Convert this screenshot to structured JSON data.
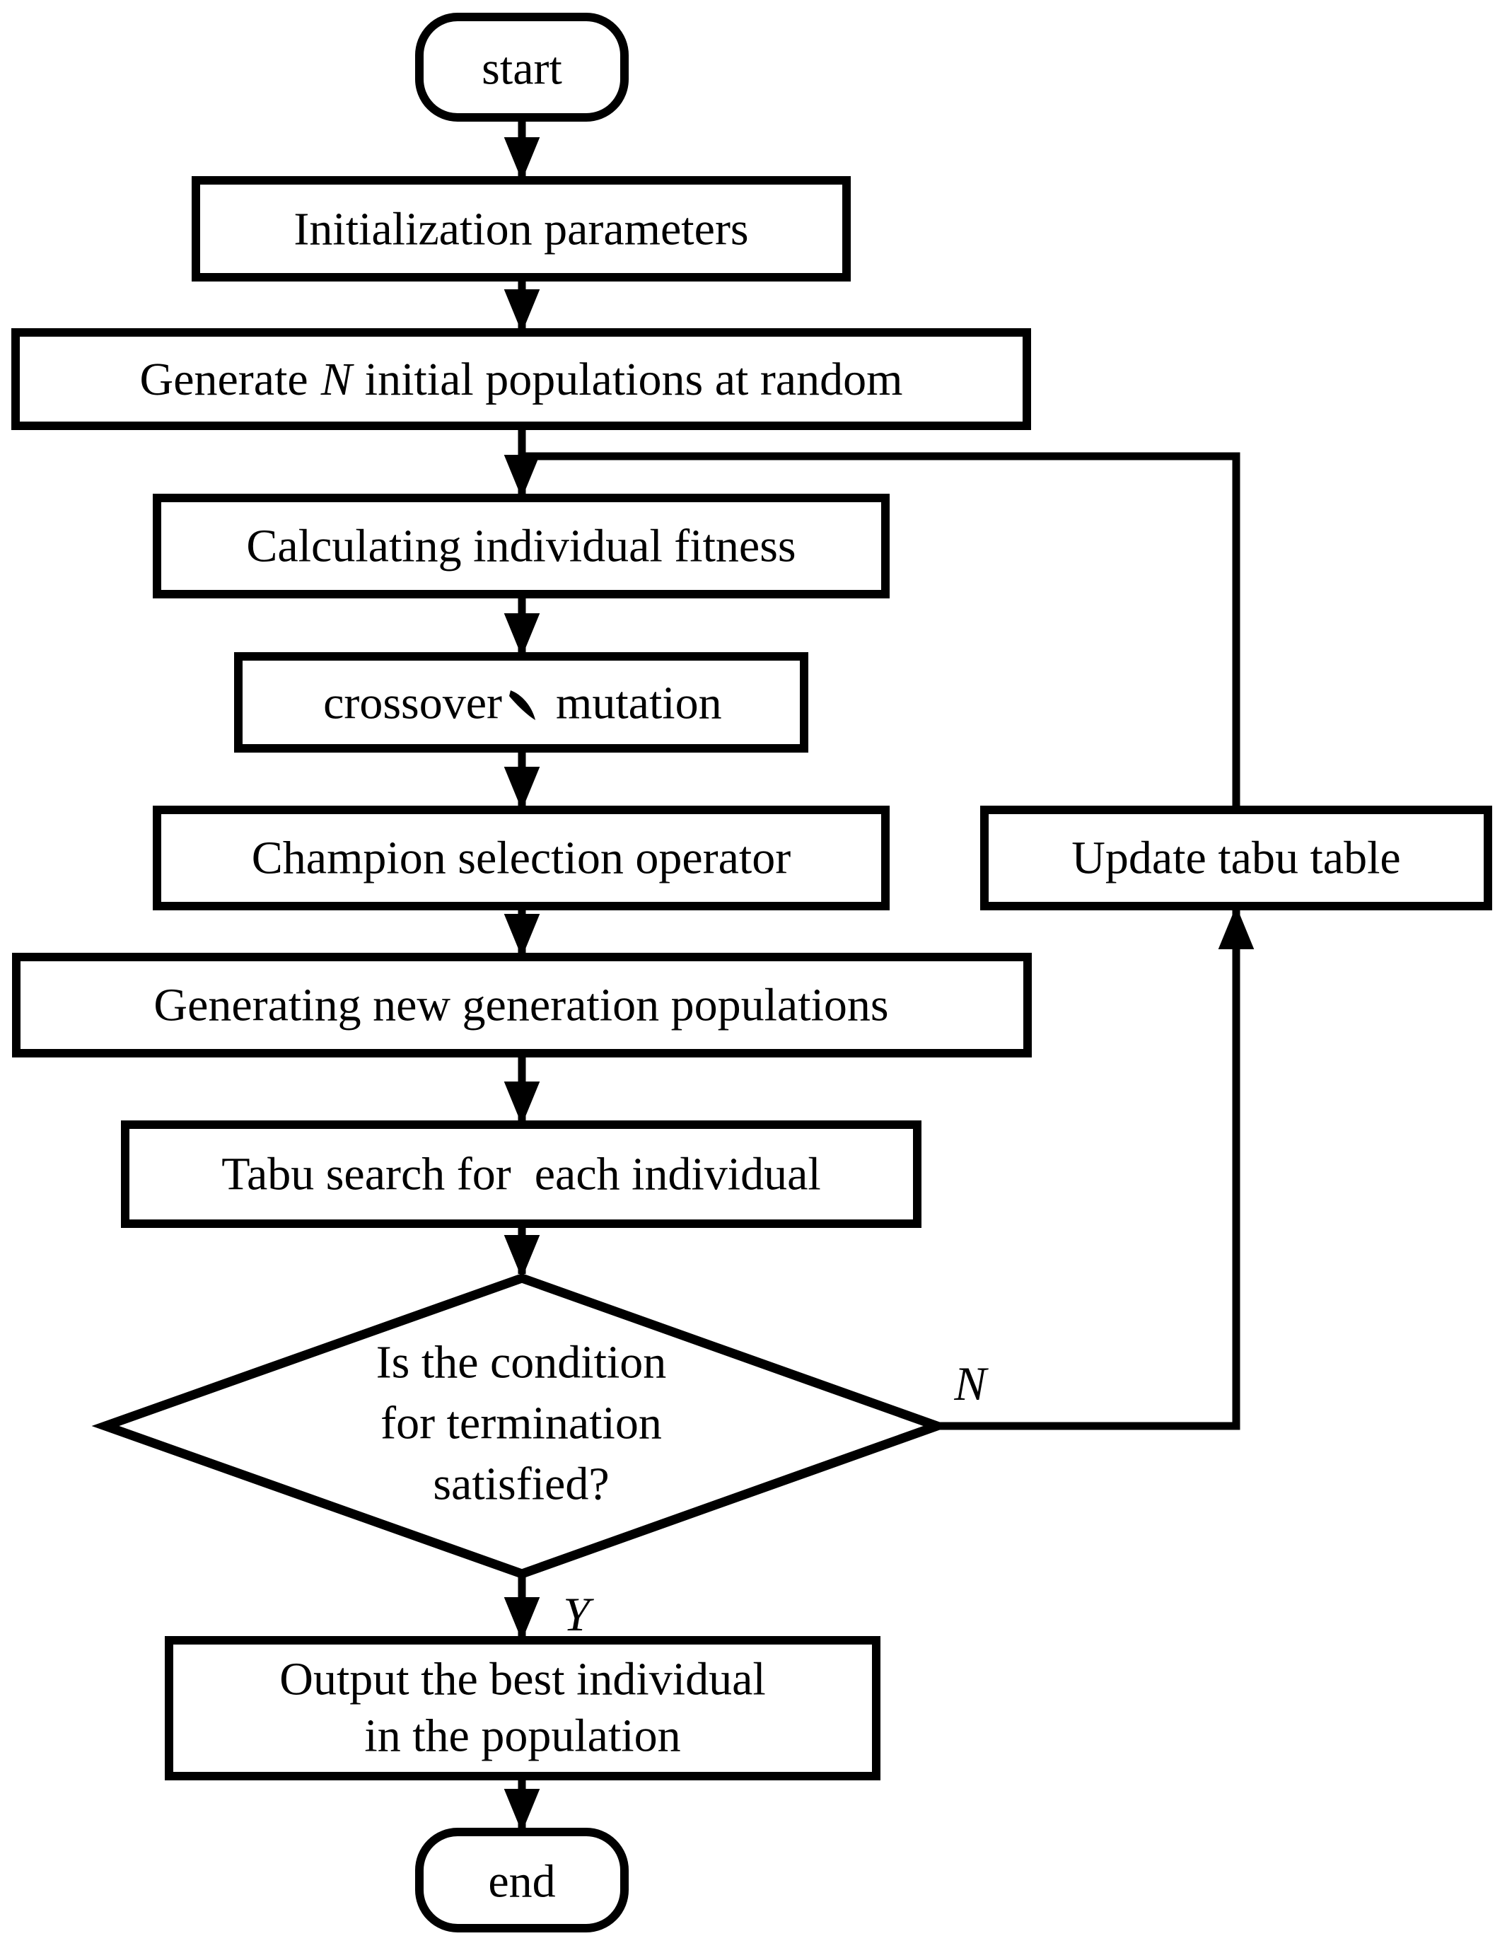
{
  "flowchart": {
    "background_color": "#ffffff",
    "line_color": "#000000",
    "shape_fill": "#ffffff",
    "nodes": {
      "start": {
        "type": "terminator",
        "label": "start"
      },
      "init_params": {
        "type": "process",
        "label": "Initialization parameters"
      },
      "generate_populations": {
        "type": "process",
        "label": "Generate N initial populations at random",
        "prefix": "Generate",
        "emphasis": "N",
        "suffix": "initial populations at random"
      },
      "calc_fitness": {
        "type": "process",
        "label": "Calculating individual fitness"
      },
      "crossover_mutation": {
        "type": "process",
        "label": "crossover、mutation",
        "left": "crossover",
        "separator": "、",
        "right": "mutation"
      },
      "champion_selection": {
        "type": "process",
        "label": "Champion selection operator"
      },
      "new_generation": {
        "type": "process",
        "label": "Generating new generation populations"
      },
      "tabu_search": {
        "type": "process",
        "label": "Tabu search for  each individual"
      },
      "termination_decision": {
        "type": "decision",
        "label": "Is the condition for termination satisfied?",
        "lines": [
          "Is the condition",
          "for termination",
          "satisfied?"
        ]
      },
      "update_tabu": {
        "type": "process",
        "label": "Update tabu table"
      },
      "output_best": {
        "type": "process",
        "label": "Output the best individual in the population",
        "lines": [
          "Output the best individual",
          "in the population"
        ]
      },
      "end": {
        "type": "terminator",
        "label": "end"
      }
    },
    "branch_labels": {
      "no": "N",
      "yes": "Y"
    }
  }
}
